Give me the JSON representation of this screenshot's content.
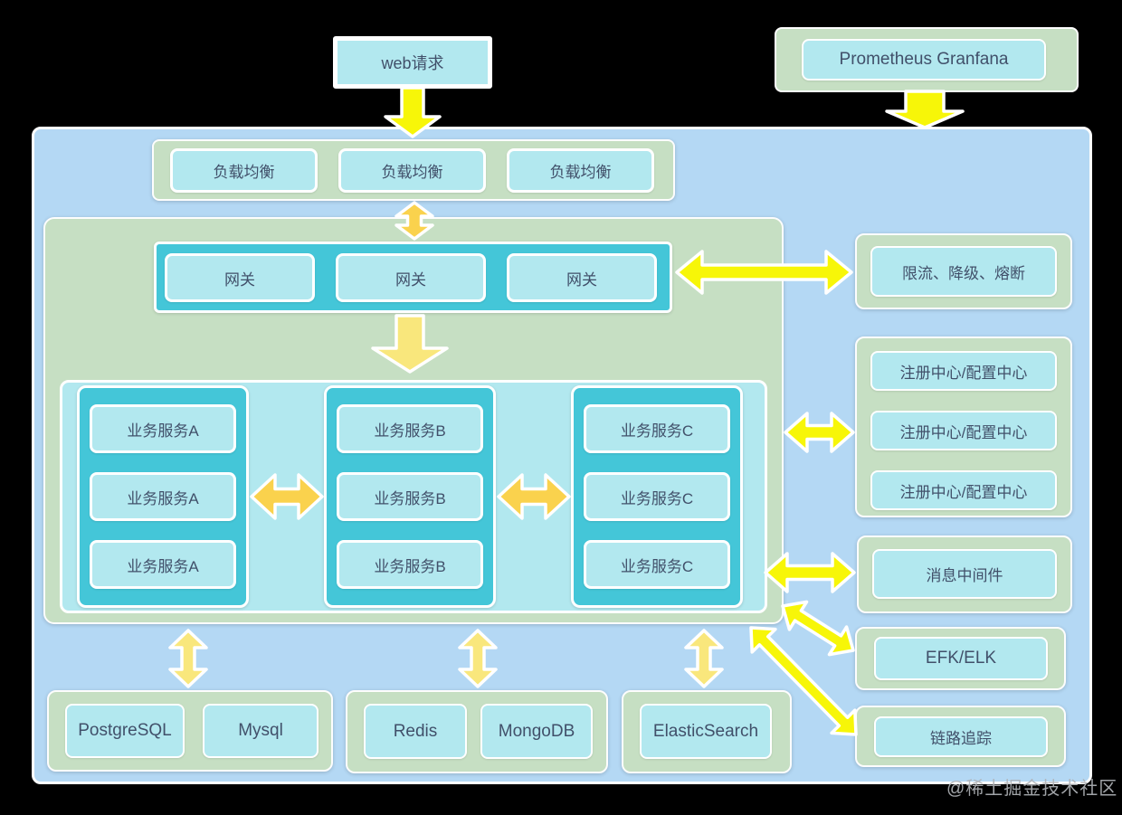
{
  "colors": {
    "blue_bg": "#b4d8f4",
    "green_bg": "#c6dfc3",
    "teal": "#44c6d8",
    "cyan_box": "#b2e8ef",
    "text_color": "#41506a",
    "bright_yellow": "#f7f608",
    "pale_yellow": "#f9e77c",
    "gold_yellow": "#fad24d"
  },
  "top": {
    "web_request": "web请求",
    "prometheus": "Prometheus Granfana"
  },
  "load_balancers": [
    "负载均衡",
    "负载均衡",
    "负载均衡"
  ],
  "gateways": [
    "网关",
    "网关",
    "网关"
  ],
  "services": {
    "a": [
      "业务服务A",
      "业务服务A",
      "业务服务A"
    ],
    "b": [
      "业务服务B",
      "业务服务B",
      "业务服务B"
    ],
    "c": [
      "业务服务C",
      "业务服务C",
      "业务服务C"
    ]
  },
  "right_panel": {
    "rate_limit": "限流、降级、熔断",
    "registry_items": [
      "注册中心/配置中心",
      "注册中心/配置中心",
      "注册中心/配置中心"
    ],
    "message_middleware": "消息中间件",
    "efk": "EFK/ELK",
    "tracing": "链路追踪"
  },
  "databases": [
    "PostgreSQL",
    "Mysql",
    "Redis",
    "MongoDB",
    "ElasticSearch"
  ],
  "watermark": "@稀土掘金技术社区"
}
